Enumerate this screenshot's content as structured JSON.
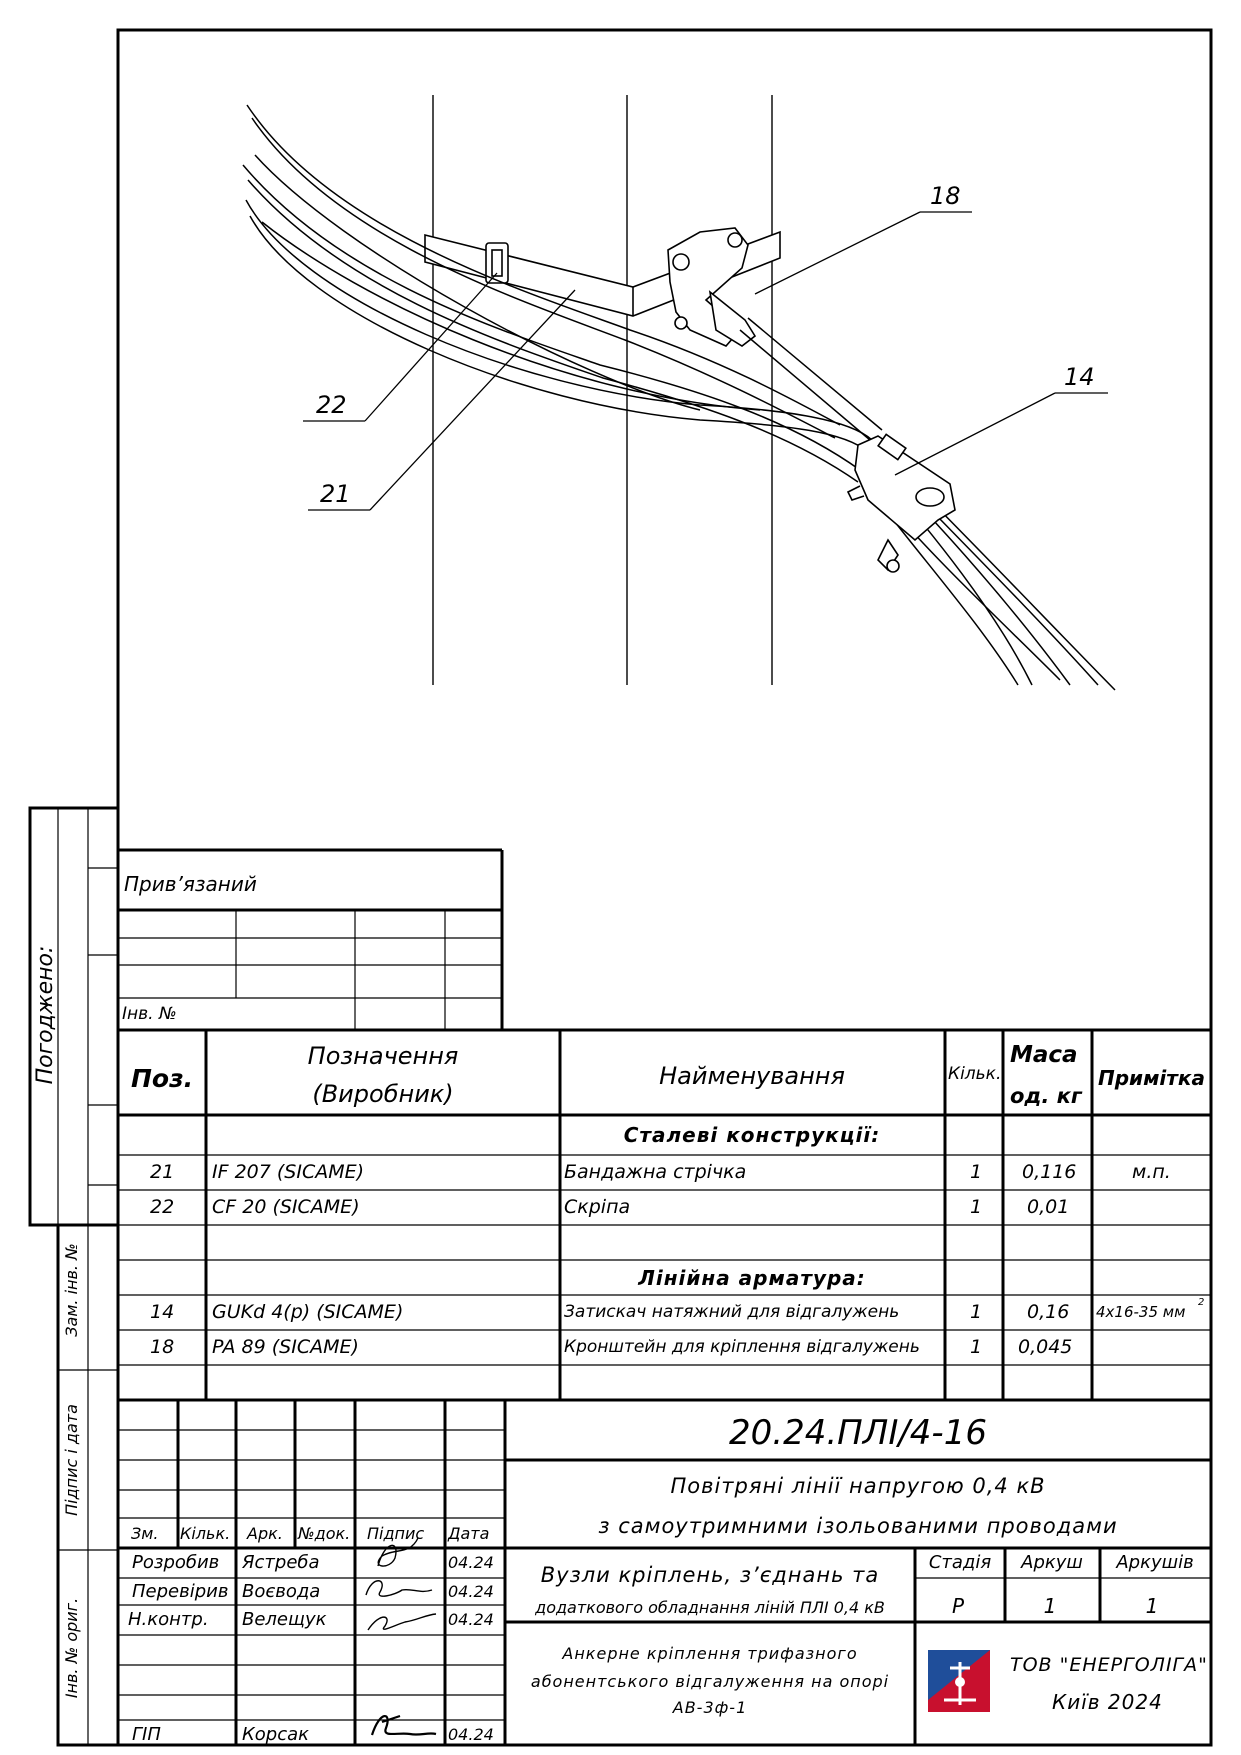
{
  "drawing": {
    "callouts": [
      "18",
      "14",
      "22",
      "21"
    ]
  },
  "bind_block": {
    "privyazaniy": "Прив’язаний",
    "inv_no": "Інв. №"
  },
  "side_stamp": {
    "pogodzheno": "Погоджено:",
    "zam_inv": "Зам. інв. №",
    "pidpys_data": "Підпис і дата",
    "inv_orig": "Інв. № ориг."
  },
  "spec": {
    "headers": {
      "poz": "Поз.",
      "poznachennya_1": "Позначення",
      "poznachennya_2": "(Виробник)",
      "naymenuvannya": "Найменування",
      "kilk": "Кільк.",
      "masa_1": "Маса",
      "masa_2": "од. кг",
      "prymitka": "Примітка"
    },
    "section_steel": "Сталеві конструкції:",
    "section_line": "Лінійна арматура:",
    "rows": [
      {
        "poz": "21",
        "code": "IF 207   (SICAME)",
        "name": "Бандажна стрічка",
        "qty": "1",
        "mass": "0,116",
        "note": "м.п."
      },
      {
        "poz": "22",
        "code": "CF 20   (SICAME)",
        "name": "Скріпа",
        "qty": "1",
        "mass": "0,01",
        "note": ""
      },
      {
        "poz": "14",
        "code": "GUKd 4(p)   (SICAME)",
        "name": "Затискач натяжний для відгалужень",
        "qty": "1",
        "mass": "0,16",
        "note": "4х16-35 мм"
      },
      {
        "poz": "18",
        "code": "PA 89   (SICAME)",
        "name": "Кронштейн для кріплення відгалужень",
        "qty": "1",
        "mass": "0,045",
        "note": ""
      }
    ],
    "note_sup": "2"
  },
  "title_block": {
    "doc_code": "20.24.ПЛІ/4-16",
    "title_line1": "Повітряні лінії напругою 0,4 кВ",
    "title_line2": "з самоутримними ізольованими проводами",
    "subtitle_line1": "Вузли кріплень, з’єднань та",
    "subtitle_line2": "додаткового обладнання ліній ПЛІ 0,4 кВ",
    "sheet_line1": "Анкерне кріплення трифазного",
    "sheet_line2": "абонентського відгалуження на опорі",
    "sheet_line3": "АВ-3ф-1",
    "col_headers": [
      "Зм.",
      "Кільк.",
      "Арк.",
      "№док.",
      "Підпис",
      "Дата"
    ],
    "people": [
      {
        "role": "Розробив",
        "name": "Ястреба",
        "date": "04.24"
      },
      {
        "role": "Перевірив",
        "name": "Воєвода",
        "date": "04.24"
      },
      {
        "role": "Н.контр.",
        "name": "Велещук",
        "date": "04.24"
      },
      {
        "role": "ГІП",
        "name": "Корсак",
        "date": "04.24"
      }
    ],
    "stadiya_label": "Стадія",
    "arkush_label": "Аркуш",
    "arkushiv_label": "Аркушів",
    "stadiya": "Р",
    "arkush": "1",
    "arkushiv": "1",
    "company": "ТОВ \"ЕНЕРГОЛІГА\"",
    "city_year": "Київ 2024"
  }
}
